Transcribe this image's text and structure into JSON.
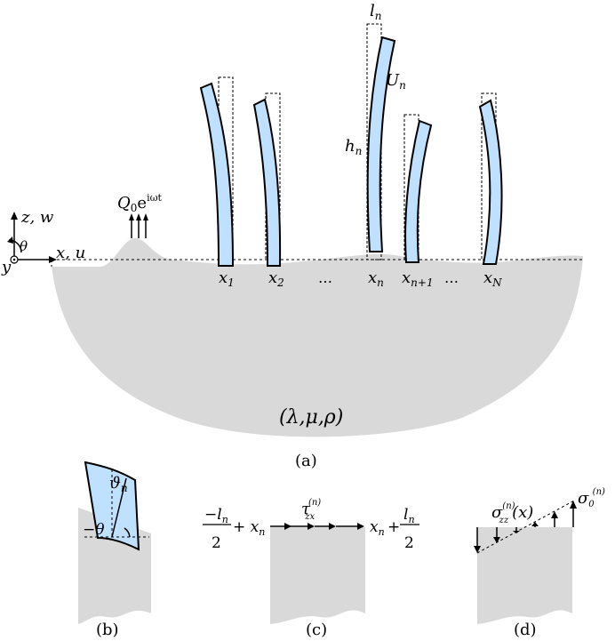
{
  "main_figure": {
    "axis_labels": {
      "vertical": "z, w",
      "horizontal": "x, u",
      "out_of_plane": "y",
      "rotation": "θ"
    },
    "source_label": "Q",
    "source_sub": "0",
    "source_exp_base": "e",
    "source_exp": "iωt",
    "rod_length_label": "l",
    "rod_length_sub": "n",
    "rod_disp_label": "U",
    "rod_disp_sub": "n",
    "rod_height_label": "h",
    "rod_height_sub": "n",
    "positions": [
      {
        "base": "x",
        "sub": "1"
      },
      {
        "base": "x",
        "sub": "2"
      },
      {
        "base": "…",
        "sub": ""
      },
      {
        "base": "x",
        "sub": "n"
      },
      {
        "base": "x",
        "sub": "n+1"
      },
      {
        "base": "…",
        "sub": ""
      },
      {
        "base": "x",
        "sub": "N"
      }
    ],
    "material": "(λ,μ,ρ)"
  },
  "panel_labels": {
    "a": "(a)",
    "b": "(b)",
    "c": "(c)",
    "d": "(d)"
  },
  "panel_b": {
    "angle_label": "ϑ",
    "angle_sub": "n",
    "neg_theta": "−θ"
  },
  "panel_c": {
    "left_num": "−l",
    "left_num_sub": "n",
    "left_den": "2",
    "left_add": "+ x",
    "left_add_sub": "n",
    "right_base": "x",
    "right_sub": "n",
    "right_plus": "+",
    "right_num": "l",
    "right_num_sub": "n",
    "right_den": "2",
    "tau": "τ",
    "tau_sub": "zx",
    "tau_sup": "(n)"
  },
  "panel_d": {
    "sigma": "σ",
    "sigma_sub": "zz",
    "sigma_sup": "(n)",
    "sigma_arg": "(x)",
    "sigma0": "σ",
    "sigma0_sub": "0",
    "sigma0_sup": "(n)"
  }
}
